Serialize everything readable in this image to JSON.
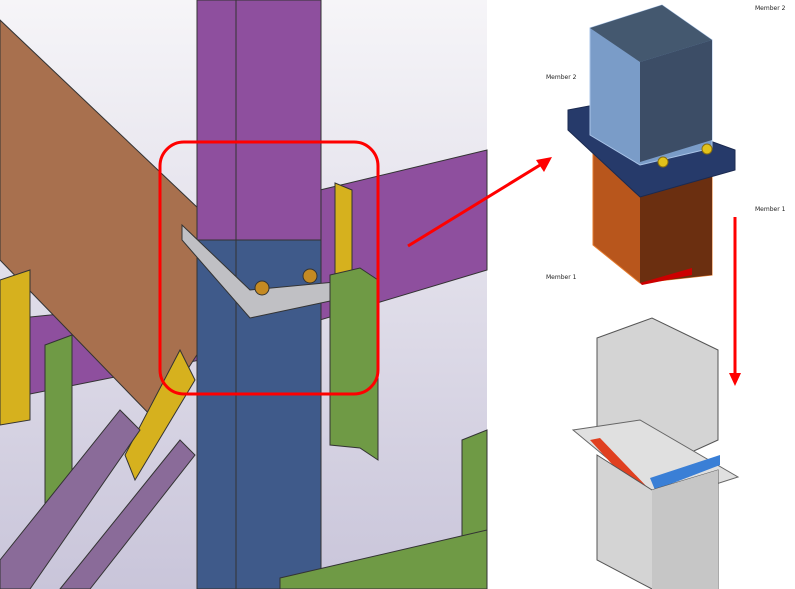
{
  "labels": {
    "member2_top": "Member 2",
    "member2_left": "Member 2",
    "member1_right": "Member 1",
    "member1_left": "Member 1"
  },
  "colors": {
    "highlight": "#ff0000",
    "column_upper": "#8e4f9e",
    "column_lower": "#3f5a8a",
    "plate": "#c0c0c4",
    "rafter": "#a8704e",
    "gusset": "#d6b11e",
    "angle": "#6f9a45"
  }
}
